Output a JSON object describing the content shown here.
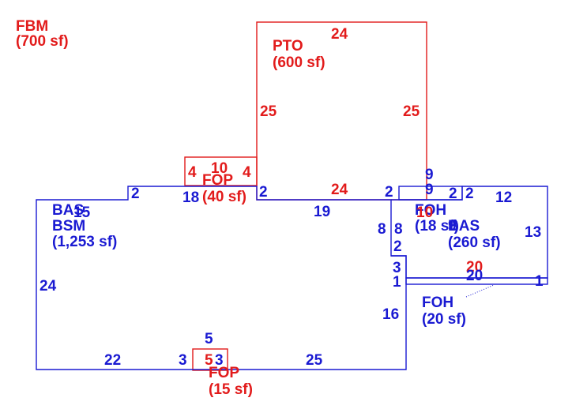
{
  "areas": {
    "fbm": {
      "code": "FBM",
      "size": "(700 sf)",
      "color": "#e21b1b"
    },
    "pto": {
      "code": "PTO",
      "size": "(600 sf)",
      "color": "#e21b1b"
    },
    "fop_top": {
      "code": "FOP",
      "size": "(40 sf)",
      "color": "#e21b1b"
    },
    "fop_bottom": {
      "code": "FOP",
      "size": "(15 sf)",
      "color": "#e21b1b"
    },
    "bas_main": {
      "code": "BAS",
      "code2": "BSM",
      "size": "(1,253 sf)",
      "color": "#1a1ad2"
    },
    "foh_right": {
      "code": "FOH",
      "size": "(18 sf)",
      "color": "#1a1ad2"
    },
    "bas_right": {
      "code": "BAS",
      "size": "(260 sf)",
      "color": "#1a1ad2"
    },
    "foh_strip": {
      "code": "FOH",
      "size": "(20 sf)",
      "color": "#1a1ad2"
    }
  },
  "dims": {
    "pto_top": "24",
    "pto_left": "25",
    "pto_right": "25",
    "pto_bottom": "24",
    "fop_top": "10",
    "fop_left": "4",
    "fop_right": "4",
    "fop_bottom": "18",
    "main_step_left": "2",
    "main_step_right": "2",
    "main_top": "19",
    "main_left": "24",
    "main_bottom_left": "22",
    "main_bottom_right": "25",
    "main_right_upper": "8",
    "main_right_lower": "16",
    "main_notch_a": "3",
    "main_notch_b": "1",
    "bas_label_overlap": "15",
    "foh_top": "9",
    "foh_mid": "9",
    "foh_left": "8",
    "foh_right_side": "2",
    "foh_inner": "10",
    "foh_inner_w": "2",
    "bas_step": "2",
    "bas_top": "12",
    "bas_right": "13",
    "bas_left_step": "2",
    "bas_overlap": "9",
    "strip_top": "20",
    "strip_bottom": "20",
    "strip_right": "1",
    "fop_b_top": "5",
    "fop_b_left": "3",
    "fop_b_right": "3",
    "fop_b_bottom": "5"
  }
}
